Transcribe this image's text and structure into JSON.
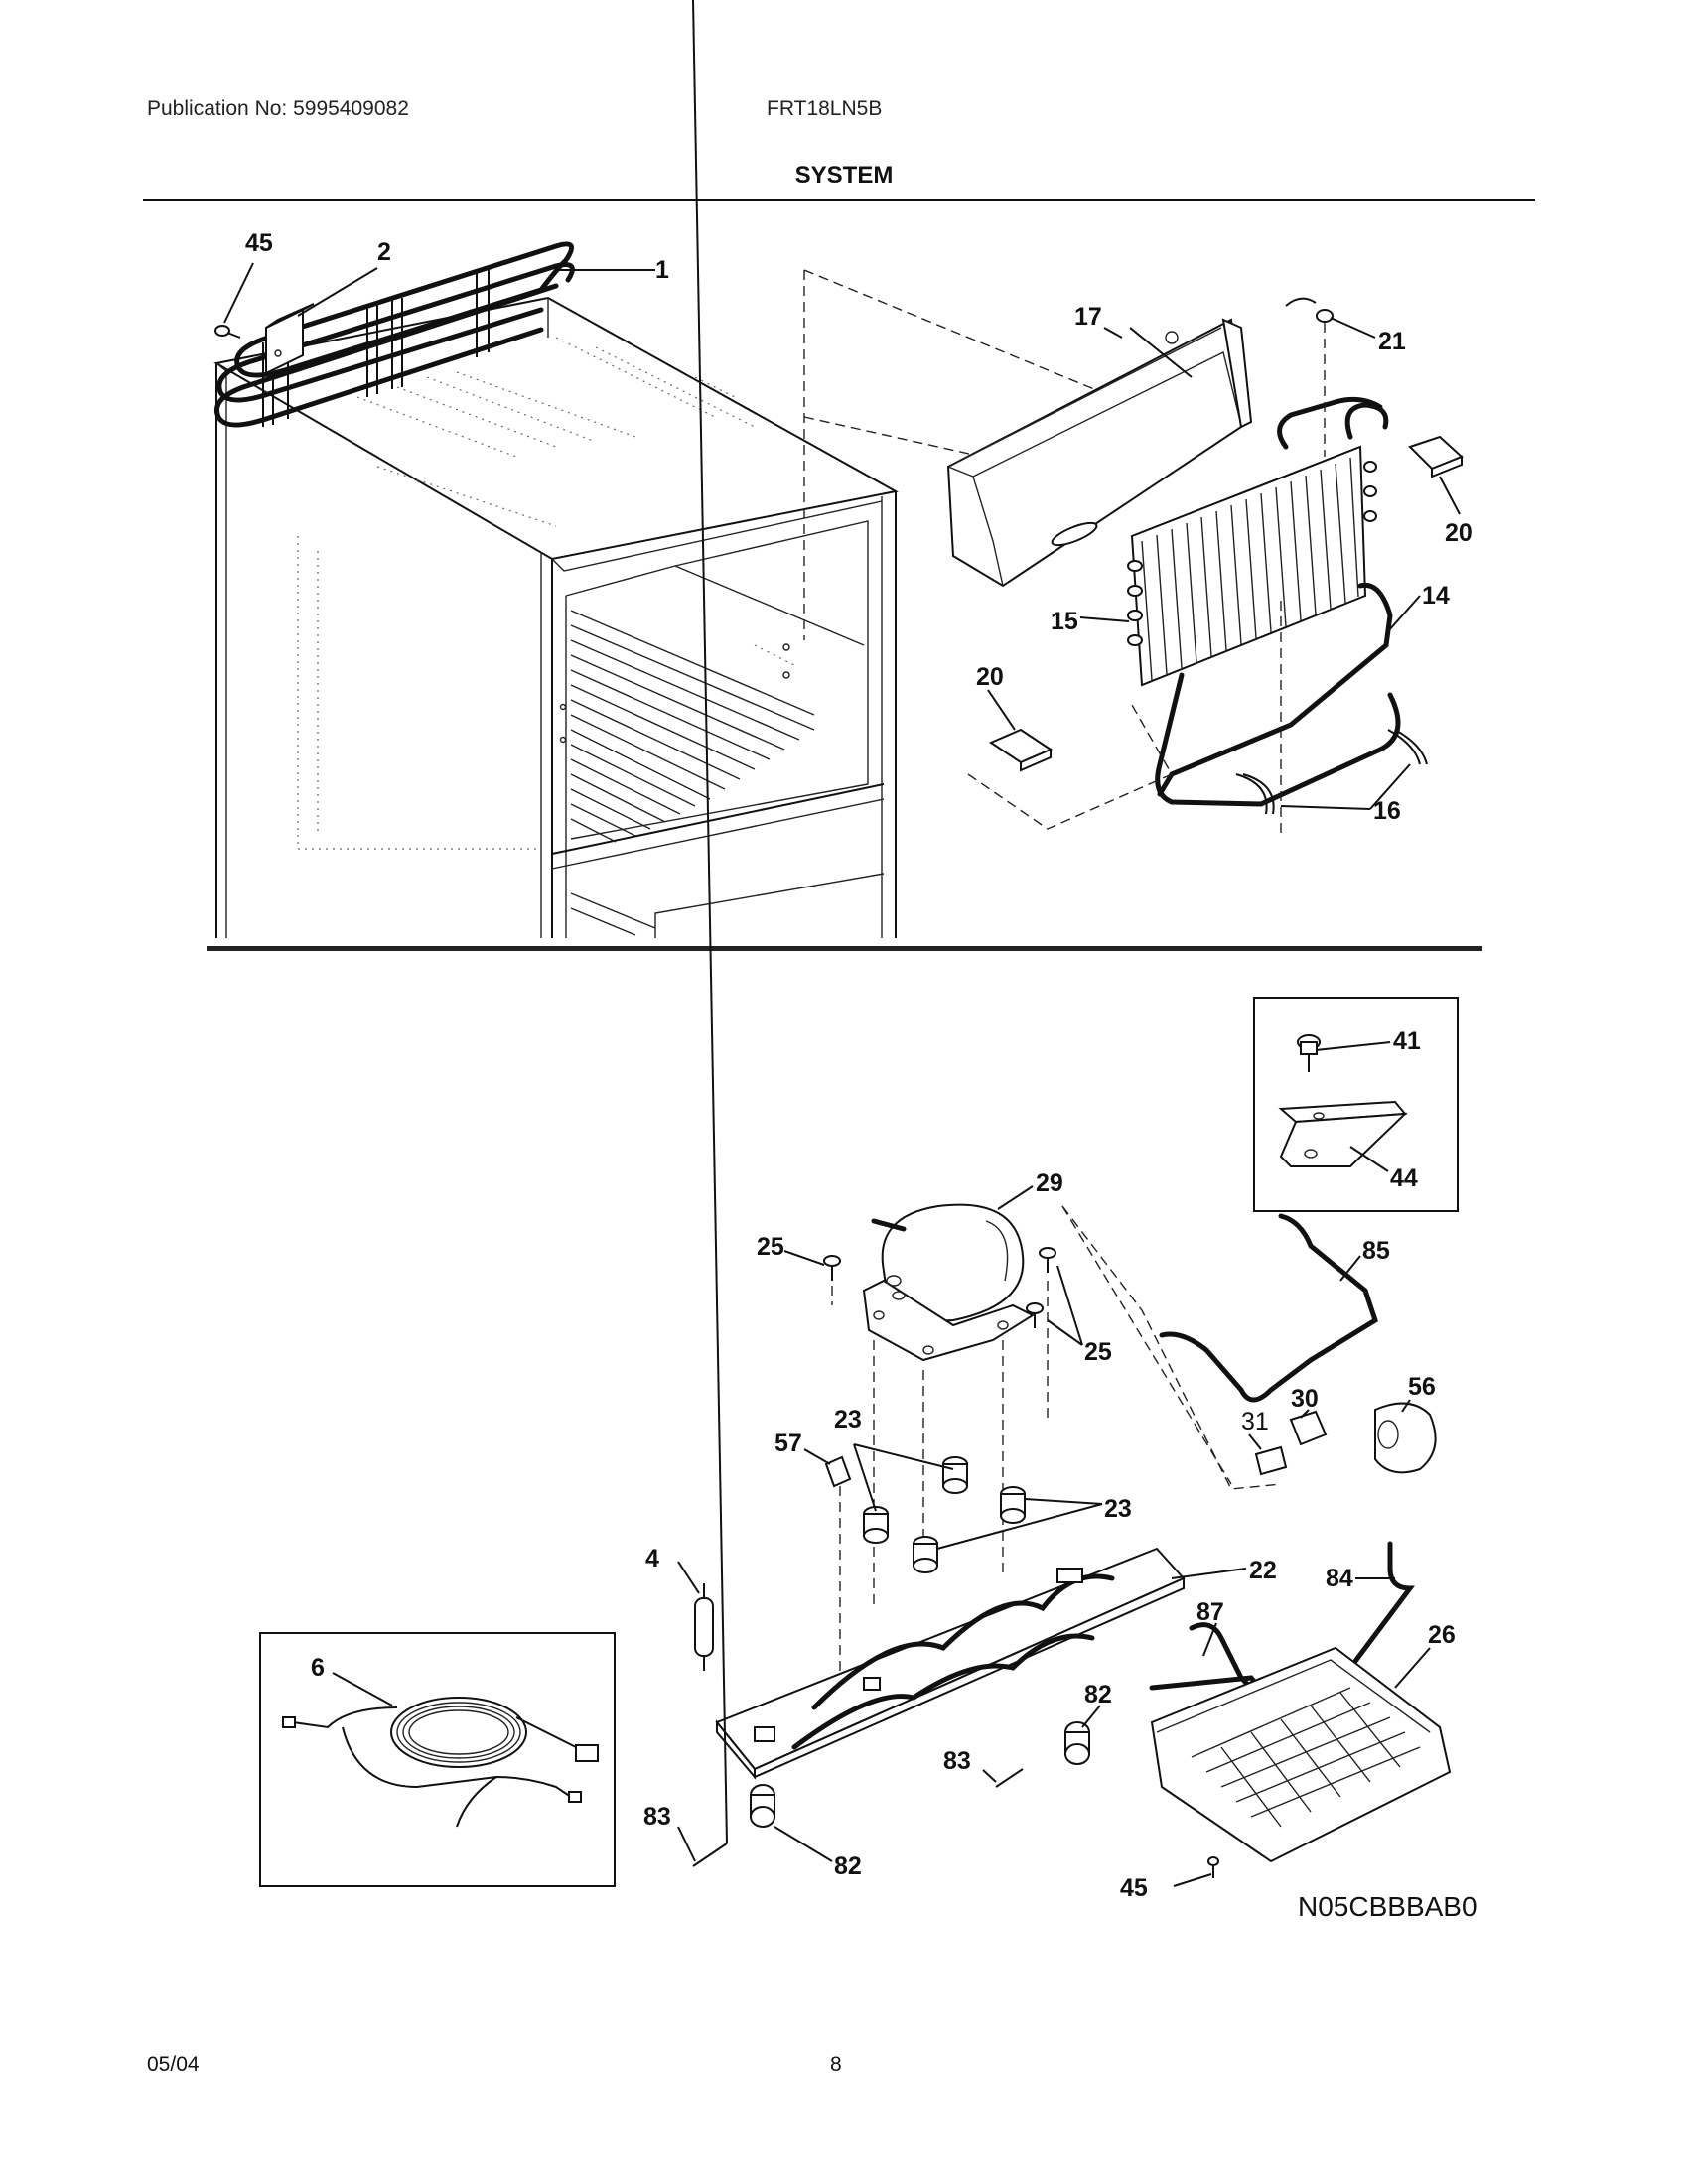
{
  "header": {
    "publication": "Publication No: 5995409082",
    "model": "FRT18LN5B",
    "title": "SYSTEM"
  },
  "callouts": {
    "c45a": "45",
    "c2": "2",
    "c1": "1",
    "c17": "17",
    "c21": "21",
    "c20a": "20",
    "c15": "15",
    "c14": "14",
    "c20b": "20",
    "c16": "16",
    "c41": "41",
    "c44": "44",
    "c29": "29",
    "c85": "85",
    "c25a": "25",
    "c25b": "25",
    "c30": "30",
    "c56": "56",
    "c31": "31",
    "c23a": "23",
    "c57": "57",
    "c23b": "23",
    "c4": "4",
    "c22": "22",
    "c84": "84",
    "c87": "87",
    "c26": "26",
    "c6": "6",
    "c82a": "82",
    "c83a": "83",
    "c83b": "83",
    "c82b": "82",
    "c45b": "45"
  },
  "diagram_code": "N05CBBBAB0",
  "footer": {
    "date": "05/04",
    "page": "8"
  }
}
